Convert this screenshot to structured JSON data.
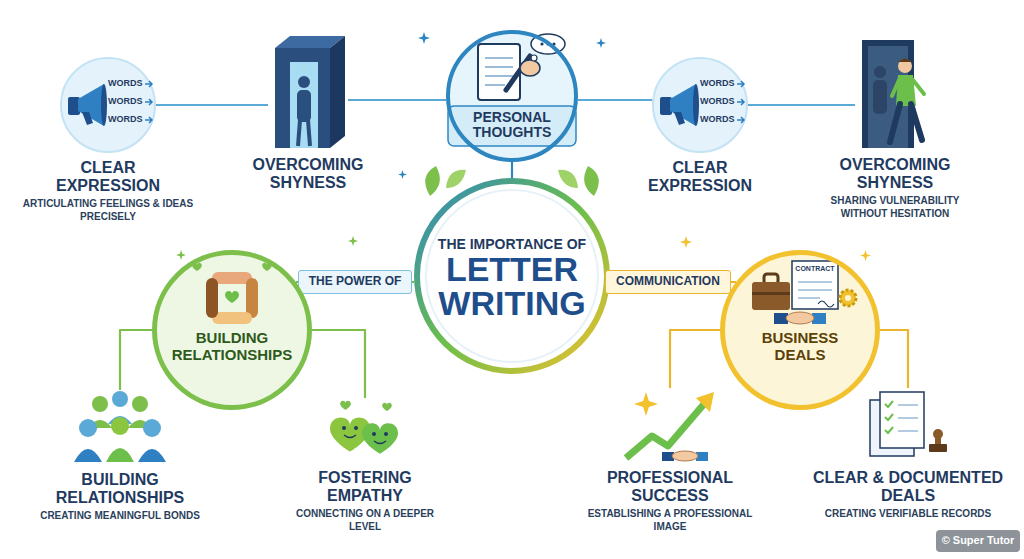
{
  "diagram": {
    "nodes": [
      {
        "text": [
          "CLEAR EXPRESSION",
          "ARTICULATING FEELINGS & IDEAS PRECISELY"
        ]
      },
      {
        "text": [
          "OVERCOMING SHYNESS"
        ]
      },
      {
        "text": [
          "PERSONAL THOUGHTS"
        ]
      },
      {
        "text": [
          "CLEAR EXPRESSION"
        ]
      },
      {
        "text": [
          "OVERCOMING SHYNESS",
          "SHARING VULNERABILITY WITHOUT HESITATION"
        ]
      },
      {
        "text": [
          "THE IMPORTANCE OF",
          "LETTER WRITING"
        ]
      },
      {
        "text": [
          "THE POWER OF"
        ]
      },
      {
        "text": [
          "COMMUNICATION"
        ]
      },
      {
        "text": [
          "BUILDING RELATIONSHIPS"
        ]
      },
      {
        "text": [
          "BUSINESS DEALS"
        ]
      },
      {
        "text": [
          "BUILDING RELATIONSHIPS",
          "CREATING MEANINGFUL BONDS"
        ]
      },
      {
        "text": [
          "FOSTERING EMPATHY",
          "CONNECTING ON A DEEPER LEVEL"
        ]
      },
      {
        "text": [
          "PROFESSIONAL SUCCESS",
          "ESTABLISHING A PROFESSIONAL IMAGE"
        ]
      },
      {
        "text": [
          "CLEAR & DOCUMENTED DEALS",
          "CREATING VERIFIABLE RECORDS"
        ]
      }
    ],
    "edges": [
      {
        "from": 0,
        "to": 1,
        "arrow": "none"
      },
      {
        "from": 1,
        "to": 2,
        "arrow": "none"
      },
      {
        "from": 2,
        "to": 3,
        "arrow": "none"
      },
      {
        "from": 3,
        "to": 4,
        "arrow": "none"
      },
      {
        "from": 2,
        "to": 5,
        "arrow": "none"
      },
      {
        "from": 5,
        "to": 8,
        "arrow": "none"
      },
      {
        "from": 5,
        "to": 9,
        "arrow": "none"
      },
      {
        "from": 8,
        "to": 10,
        "arrow": "none"
      },
      {
        "from": 8,
        "to": 11,
        "arrow": "none"
      },
      {
        "from": 9,
        "to": 12,
        "arrow": "none"
      },
      {
        "from": 9,
        "to": 13,
        "arrow": "none"
      }
    ],
    "labels": [
      "WORDS",
      "WORDS",
      "WORDS",
      "WORDS",
      "WORDS",
      "WORDS",
      "CONTRACT",
      "© Super Tutor"
    ]
  }
}
